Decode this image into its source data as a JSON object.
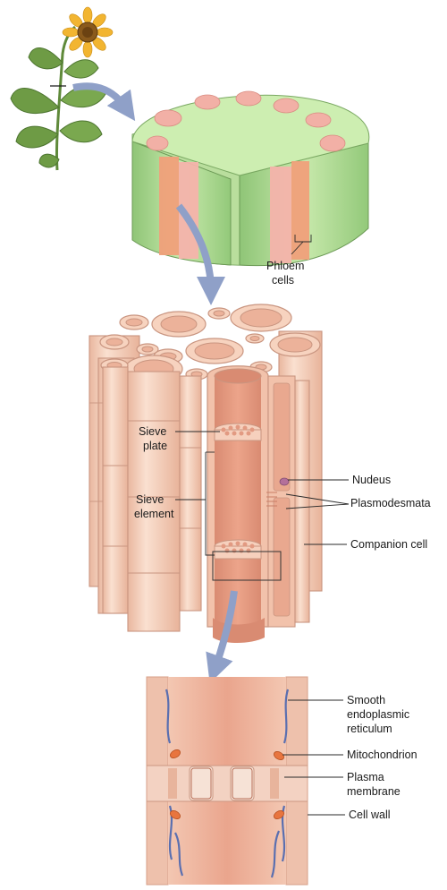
{
  "labels": {
    "phloem_line1": "Phloem",
    "phloem_line2": "cells",
    "sieve_plate_line1": "Sieve",
    "sieve_plate_line2": "plate",
    "sieve_element_line1": "Sieve",
    "sieve_element_line2": "element",
    "nucleus": "Nudeus",
    "plasmodesmata": "Plasmodesmata",
    "companion_cell": "Companion cell",
    "smooth_er_line1": "Smooth",
    "smooth_er_line2": "endoplasmic",
    "smooth_er_line3": "reticulum",
    "mitochondrion": "Mitochondrion",
    "plasma_membrane_line1": "Plasma",
    "plasma_membrane_line2": "membrane",
    "cell_wall": "Cell wall"
  },
  "colors": {
    "stem_green": "#bfe3a4",
    "stem_dark_green": "#93c97a",
    "phloem_pink": "#f4a7a0",
    "xylem_orange": "#f0a07a",
    "tube_peach": "#f7d3bf",
    "arrow_blue": "#8fa0c8",
    "petal_yellow": "#f2b531",
    "leaf_green": "#6e9b45",
    "er_blue": "#5a6fb0",
    "mito_orange": "#e8753f"
  }
}
